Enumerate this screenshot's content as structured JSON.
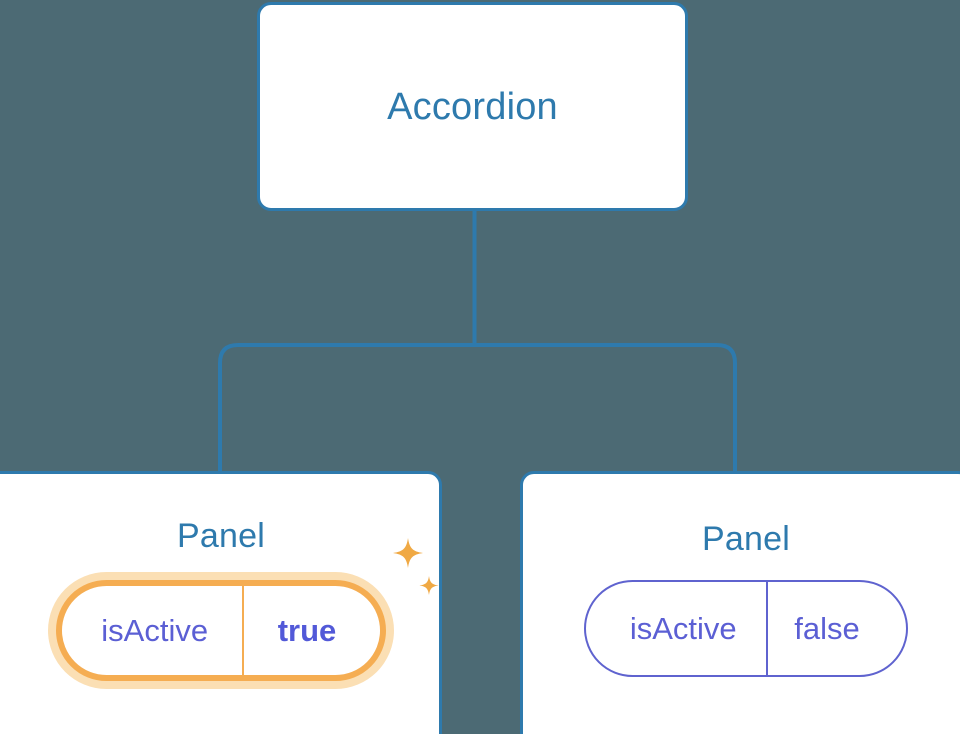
{
  "theme": {
    "background": "#4c6a74",
    "node_border": "#2e7aad",
    "node_fill": "#ffffff",
    "title_color": "#2e7aad",
    "connector_color": "#2e7aad",
    "highlight_border": "#f5ad52",
    "highlight_glow": "#fbdfb4",
    "prop_text": "#5b5fd4",
    "prop_border": "#5f63cf",
    "sparkle_color": "#f0a944"
  },
  "tree": {
    "root": {
      "label": "Accordion"
    },
    "children": [
      {
        "label": "Panel",
        "highlighted": true,
        "prop": {
          "key": "isActive",
          "value": "true"
        },
        "sparkle_icons": [
          "sparkle-large-icon",
          "sparkle-small-icon"
        ]
      },
      {
        "label": "Panel",
        "highlighted": false,
        "prop": {
          "key": "isActive",
          "value": "false"
        }
      }
    ]
  }
}
